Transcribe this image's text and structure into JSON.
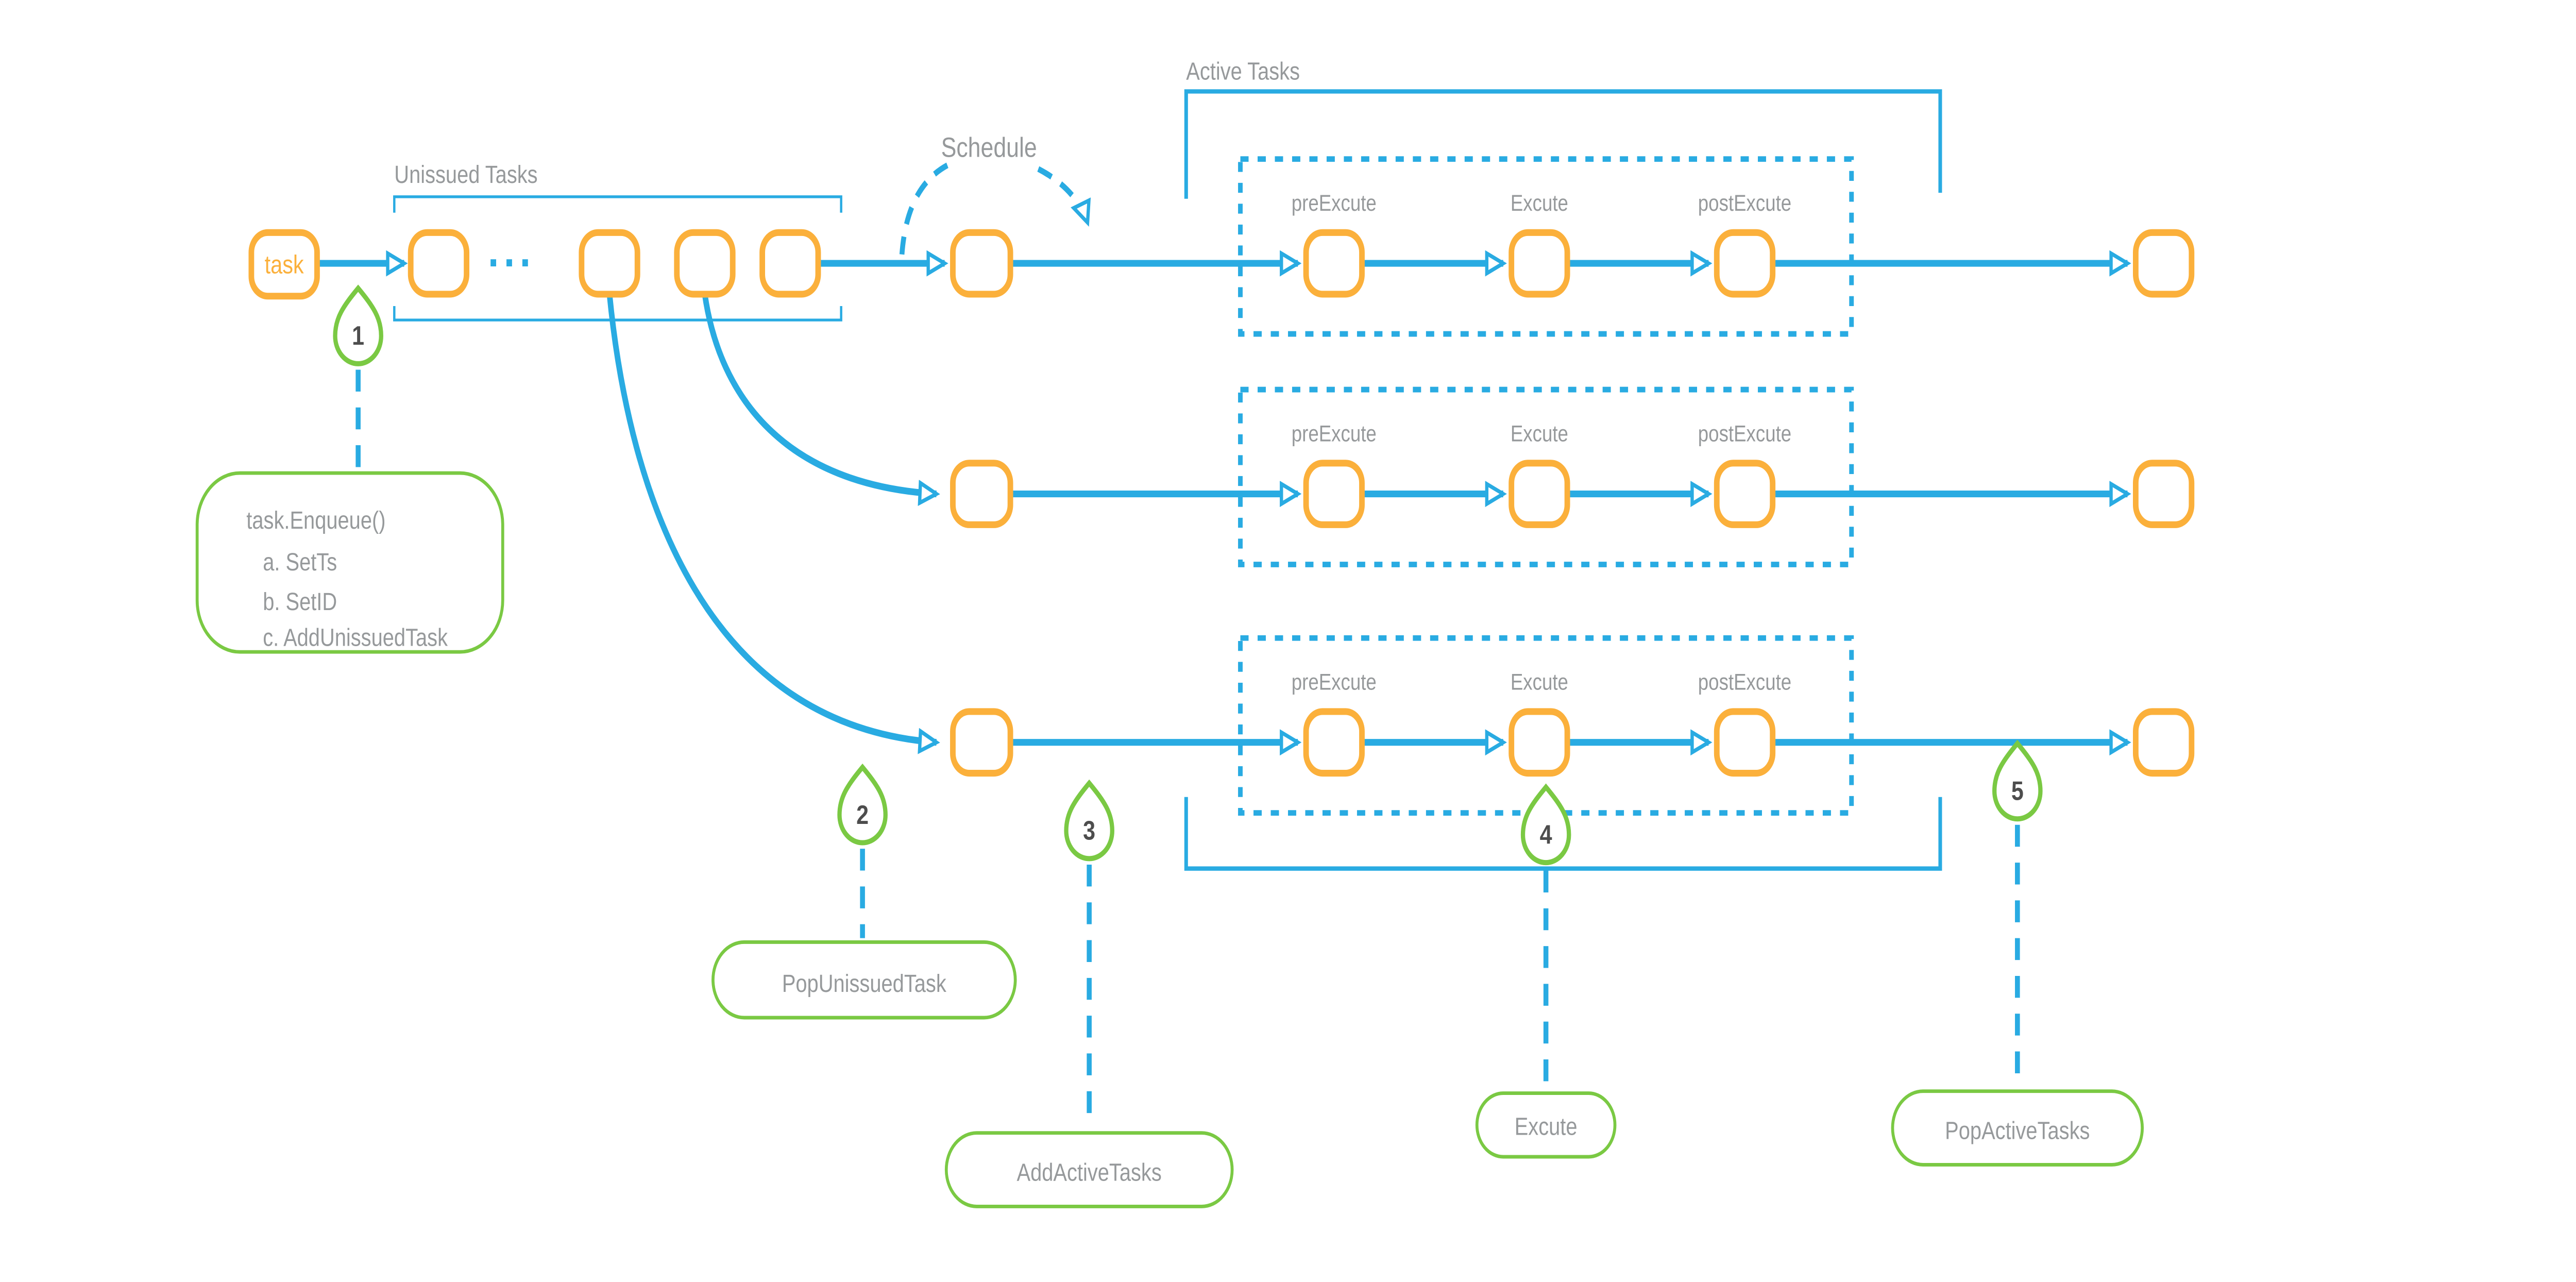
{
  "colors": {
    "blue": "#29ABE2",
    "orange": "#FBB03B",
    "green": "#7AC943",
    "label_gray": "#96999B",
    "number_gray": "#4D4D4D"
  },
  "nodes": {
    "task_label": "task"
  },
  "queue": {
    "label": "Unissued Tasks",
    "ellipsis": "..."
  },
  "schedule": {
    "label": "Schedule"
  },
  "active": {
    "label": "Active Tasks"
  },
  "stages": {
    "pre": "preExcute",
    "exec": "Excute",
    "post": "postExcute"
  },
  "markers": [
    {
      "number": "1"
    },
    {
      "number": "2"
    },
    {
      "number": "3"
    },
    {
      "number": "4"
    },
    {
      "number": "5"
    }
  ],
  "callouts": {
    "enqueue": {
      "title": "task.Enqueue()",
      "item_a": "a. SetTs",
      "item_b": "b. SetID",
      "item_c": "c. AddUnissuedTask"
    },
    "pop_unissued": "PopUnissuedTask",
    "add_active": "AddActiveTasks",
    "excute": "Excute",
    "pop_active": "PopActiveTasks"
  }
}
